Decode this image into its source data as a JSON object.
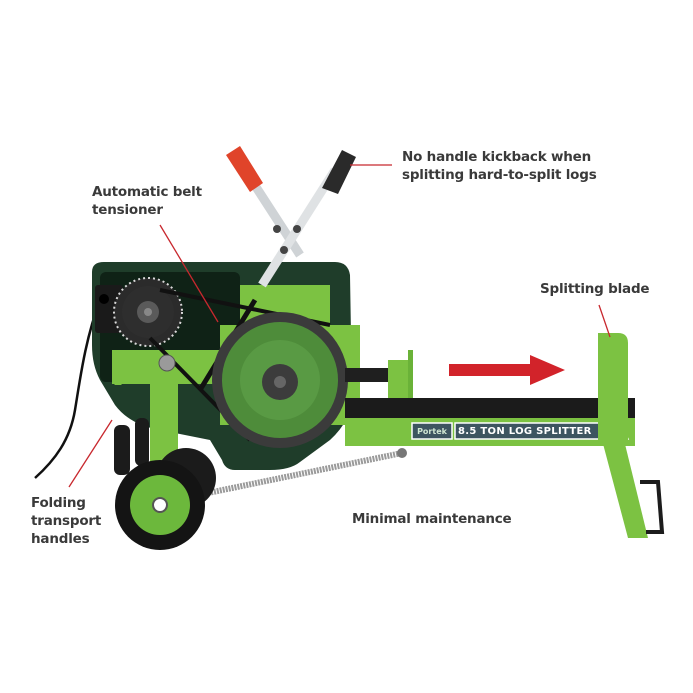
{
  "figure": {
    "subject": "8.5 ton electric log splitter",
    "colors": {
      "background": "#ffffff",
      "body_green": "#7cc242",
      "dark_green": "#1f3d2a",
      "callout_line": "#c8282e",
      "arrow": "#d2232a",
      "handle_red": "#e0442a",
      "handle_black": "#2a2a2a",
      "label_text": "#3a3a3a"
    }
  },
  "callouts": {
    "kickback": {
      "line1": "No handle kickback when",
      "line2": "splitting hard-to-split logs"
    },
    "tensioner": {
      "line1": "Automatic belt",
      "line2": "tensioner"
    },
    "blade": {
      "line1": "Splitting blade"
    },
    "handles": {
      "line1": "Folding",
      "line2": "transport",
      "line3": "handles"
    },
    "maintenance": {
      "line1": "Minimal maintenance"
    }
  },
  "decal": {
    "brand": "Portek",
    "model": "8.5 TON LOG SPLITTER"
  }
}
